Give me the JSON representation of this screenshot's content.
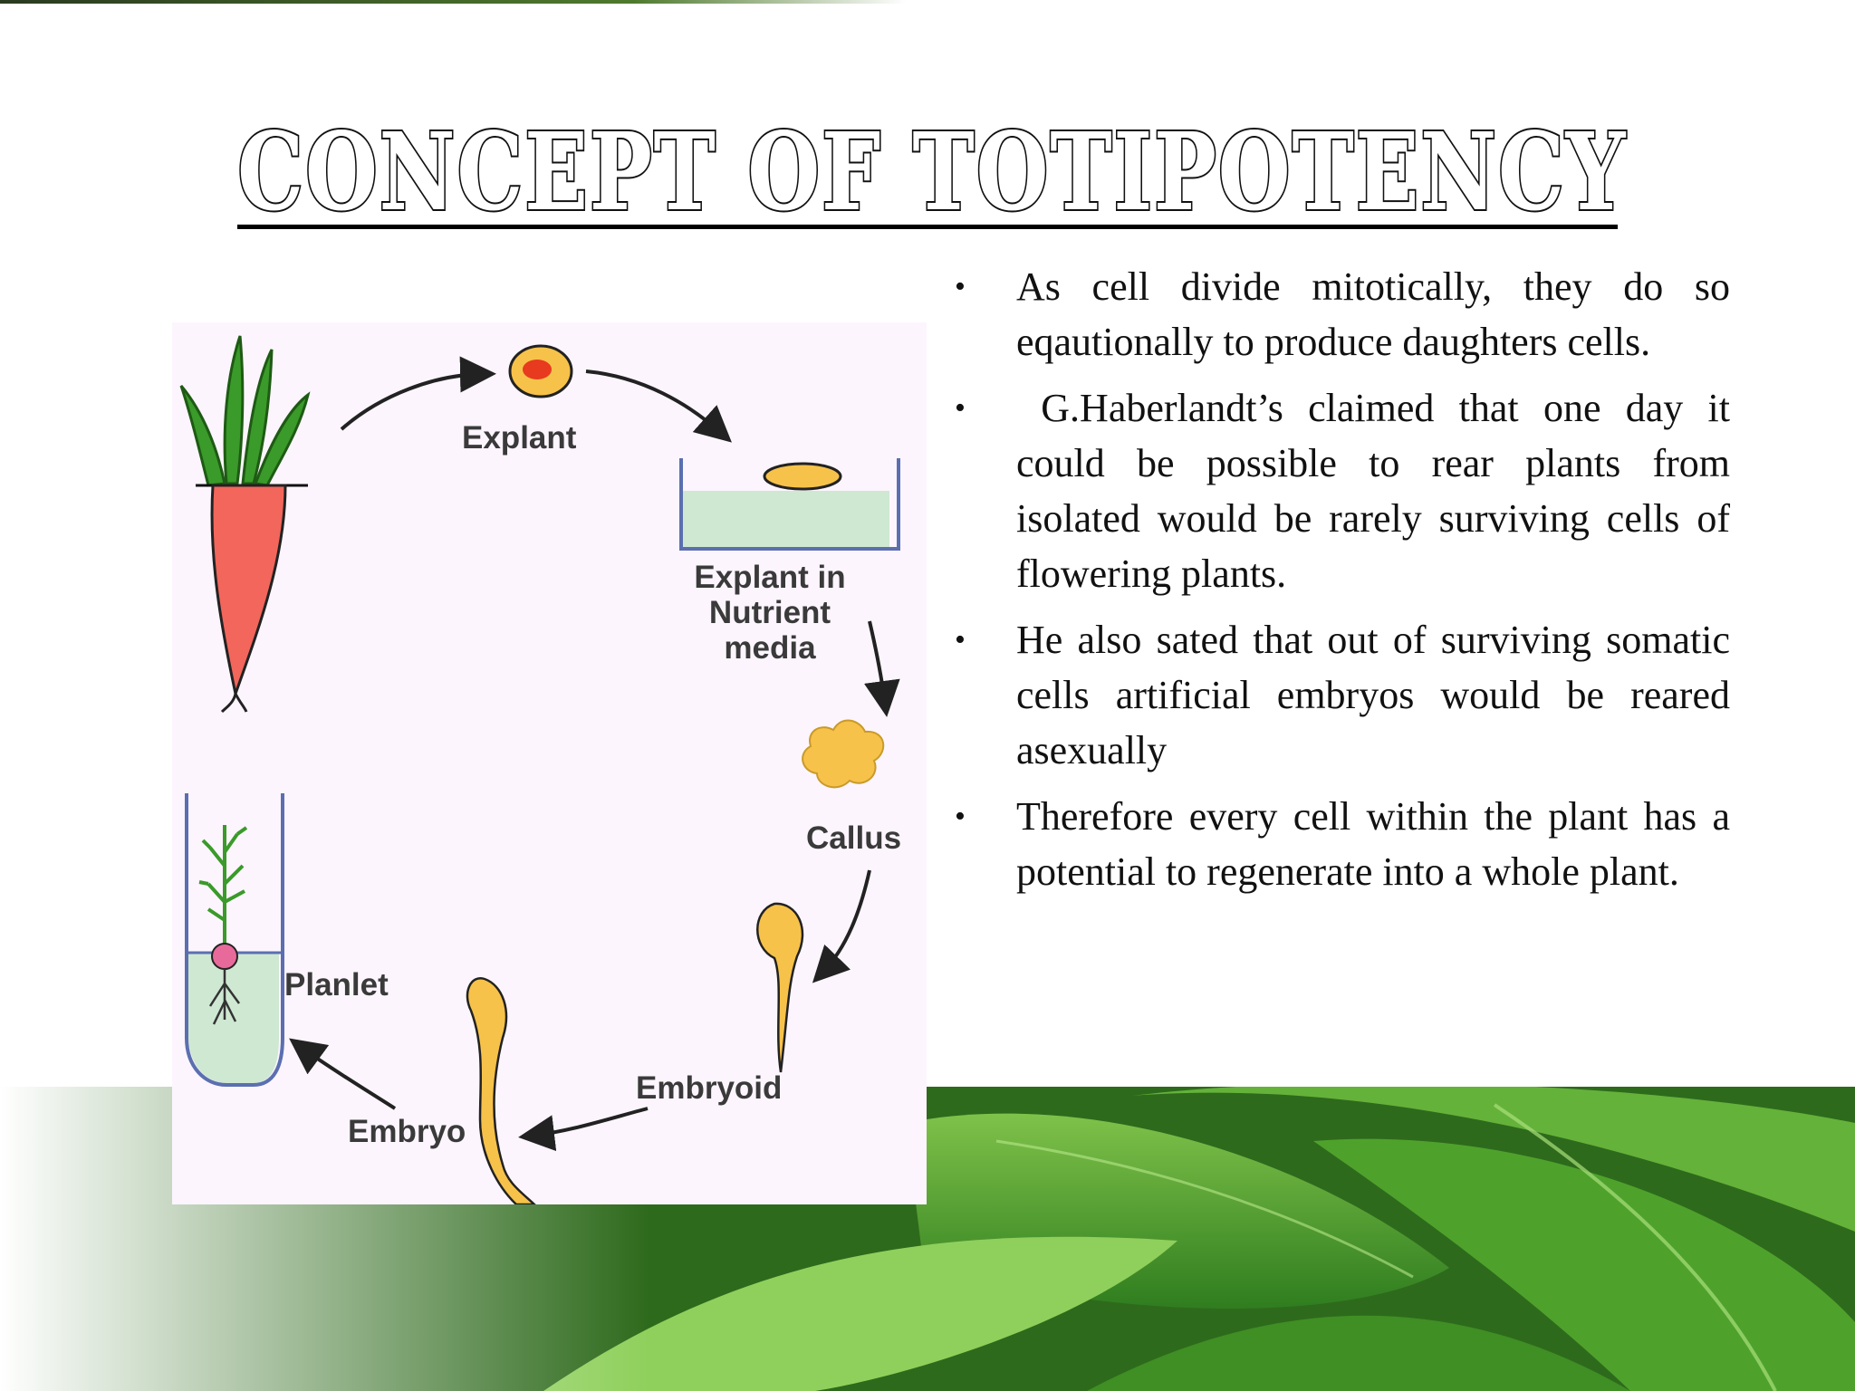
{
  "slide": {
    "title": "Concept of Totipotency"
  },
  "diagram": {
    "labels": {
      "explant": "Explant",
      "explant_media": "Explant in\nNutrient\nmedia",
      "callus": "Callus",
      "embryoid": "Embryoid",
      "embryo": "Embryo",
      "planlet": "Planlet"
    }
  },
  "bullets": [
    {
      "marker": "•",
      "text": "As cell divide mitotically, they do so eqautionally to produce daughters cells."
    },
    {
      "marker": "•",
      "text": " G.Haberlandt’s claimed that one day it could be possible to rear plants from isolated would be rarely surviving cells of flowering plants."
    },
    {
      "marker": "•",
      "text": "He also sated that out of surviving somatic cells artificial embryos would be reared asexually"
    },
    {
      "marker": "•",
      "text": "Therefore every cell within the plant has a potential to regenerate into a whole plant."
    }
  ],
  "colors": {
    "diagram_bg": "#fcf5fd",
    "carrot": "#f2665c",
    "leaf_green": "#3a9a2a",
    "yellow_tissue": "#f7c24a",
    "media_green": "#cfe8d2",
    "tube_blue": "#5b6fb0"
  }
}
